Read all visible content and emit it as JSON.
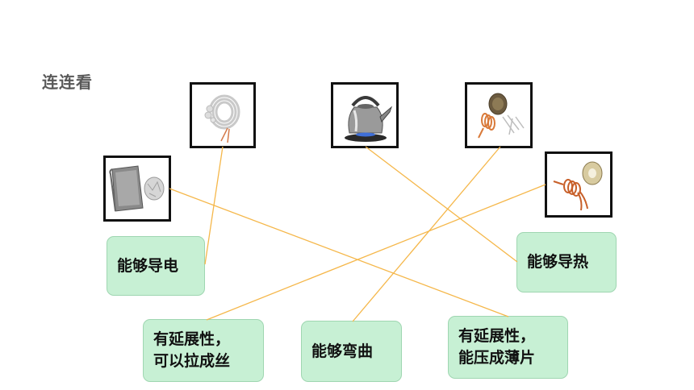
{
  "title": "连连看",
  "colors": {
    "connector": "#f5b74a",
    "box_fill": "#c7f0d4",
    "box_border": "#9fd6b1",
    "frame": "#111111"
  },
  "pictures": [
    {
      "icon": "wire-bundle-icon"
    },
    {
      "icon": "kettle-icon"
    },
    {
      "icon": "copper-coil-and-pins-icon"
    },
    {
      "icon": "foil-sheet-icon"
    },
    {
      "icon": "copper-wire-spool-icon"
    }
  ],
  "labels": {
    "conduct_electricity": "能够导电",
    "conduct_heat": "能够导热",
    "ductile_line1": "有延展性，",
    "ductile_line2": "可以拉成丝",
    "bendable": "能够弯曲",
    "malleable_line1": "有延展性，",
    "malleable_line2": "能压成薄片"
  }
}
